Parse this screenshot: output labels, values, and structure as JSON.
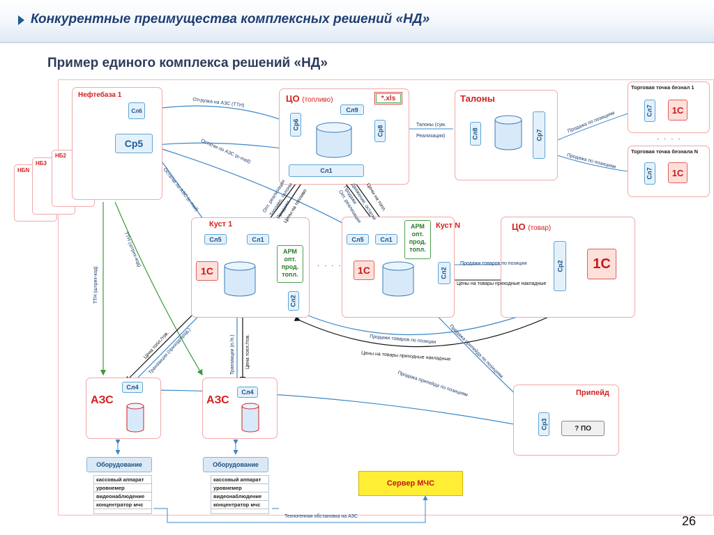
{
  "header": {
    "title": "Конкурентные преимущества комплексных решений «НД»",
    "subtitle": "Пример единого комплекса решений «НД»"
  },
  "oilbase": {
    "title": "Нефтебаза 1",
    "sl6": "Сл6",
    "sr5": "Ср5",
    "stack": [
      "НБN",
      "НБ3",
      "НБ2"
    ]
  },
  "co_fuel": {
    "title": "ЦО",
    "title_sub": "(топливо)",
    "sl9": "Сл9",
    "xls": "*.xls",
    "sp6": "Ср6",
    "sr8": "Ср8",
    "sl1": "Сл1"
  },
  "talons": {
    "title": "Талоны",
    "sl8": "Сл8",
    "sr7": "Ср7",
    "label1": "Талоны (сум.",
    "label2": "Реализация)"
  },
  "trade1": {
    "title": "Торговая точка безнал 1",
    "sl7": "Сл7",
    "onec": "1С",
    "dots": "· · · ·"
  },
  "tradeN": {
    "title": "Торговая точка безнала N",
    "sl7": "Сл7",
    "onec": "1С"
  },
  "cluster1": {
    "title": "Куст 1",
    "sl5": "Сл5",
    "sl1": "Сл1",
    "onec": "1С",
    "arm": [
      "АРМ",
      "опт.",
      "прод.",
      "топл."
    ],
    "sl2": "Сл2"
  },
  "clusterN": {
    "title": "Куст N",
    "sl5": "Сл5",
    "sl1": "Сл1",
    "onec": "1С",
    "arm": [
      "АРМ",
      "опт.",
      "прод.",
      "топл."
    ],
    "sl2": "Сл2"
  },
  "between_clusters": "· · · ·",
  "co_goods": {
    "title": "ЦО",
    "title_sub": "(товар)",
    "sr2": "Ср2",
    "onec": "1С"
  },
  "azs1": {
    "title": "АЗС",
    "sl4": "Сл4"
  },
  "azs2": {
    "title": "АЗС",
    "sl4": "Сл4"
  },
  "prepaid": {
    "title": "Припейд",
    "sr3": "Ср3",
    "po": "? ПО"
  },
  "equipment": {
    "title": "Оборудование",
    "items": [
      "кассовый аппарат",
      "уровнемер",
      "видеонаблюдение",
      "концентратор мчс"
    ]
  },
  "server": {
    "label": "Сервер МЧС"
  },
  "links": {
    "shipment": "Отгрузка на АЗС (ТТН)",
    "balances1": "Остатки по АЗС (e-mail)",
    "balances2": "Остатки по АЗС (e-mail)",
    "ttn_barcode1": "ТТН (штрих-код)",
    "ttn_barcode2": "ТТН (штрих-код)",
    "sale_pos1": "Продажа по позициям",
    "sale_pos2": "Продажа по позициям",
    "goods_sales1": "Продажи товаров по позиции",
    "goods_prices1": "Цены на товары приходные накладные",
    "goods_sales2": "Продажи товаров по позиции",
    "goods_prices2": "Цены на товары приходные накладные",
    "prepaid_sale1": "Продажа припейда по позициям",
    "prepaid_sale2": "Продажа припейда по позициям",
    "fuel_price": "Цена топл./тов.",
    "transactions": "Транзакции (приход/прод.)",
    "transactions_pl": "Транзакции (п./п.)",
    "fuel_price2": "Цена топл./тов.",
    "c1_a": "Опт. реализация",
    "c1_b": "Топливо, талоны",
    "c1_c": "Продажи",
    "c1_d": "Цены на топливо",
    "cn_a": "Движение, остатки",
    "cn_b": "Продажи",
    "cn_c": "Цены на топл.",
    "cn_d": "Опт. реализация",
    "technogenic": "Техногенная обстановка на АЗС"
  },
  "page_number": "26"
}
